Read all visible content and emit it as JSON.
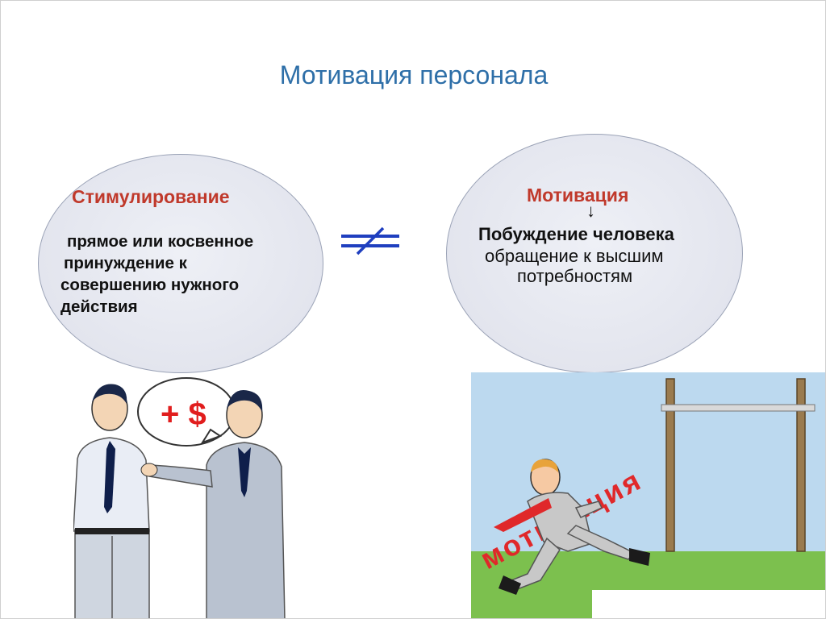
{
  "slide": {
    "title": "Мотивация персонала"
  },
  "left_concept": {
    "heading": "Стимулирование",
    "lines": [
      "прямое или косвенное",
      "принуждение к",
      "совершению нужного",
      "действия"
    ]
  },
  "right_concept": {
    "heading": "Мотивация",
    "line_bold": "Побуждение человека",
    "lines": [
      "обращение к высшим",
      "потребностям"
    ]
  },
  "left_illustration": {
    "bubble_text": "+ $"
  },
  "right_illustration": {
    "banner_text": "мотивация"
  },
  "colors": {
    "title": "#2e6fa8",
    "heading": "#c0392b",
    "neq_symbol": "#1f3fbf",
    "sky": "#bcd9ef",
    "grass": "#7cc04e"
  },
  "icons": {
    "not_equal": "not-equal-icon",
    "arrow": "arrow-down-icon"
  }
}
